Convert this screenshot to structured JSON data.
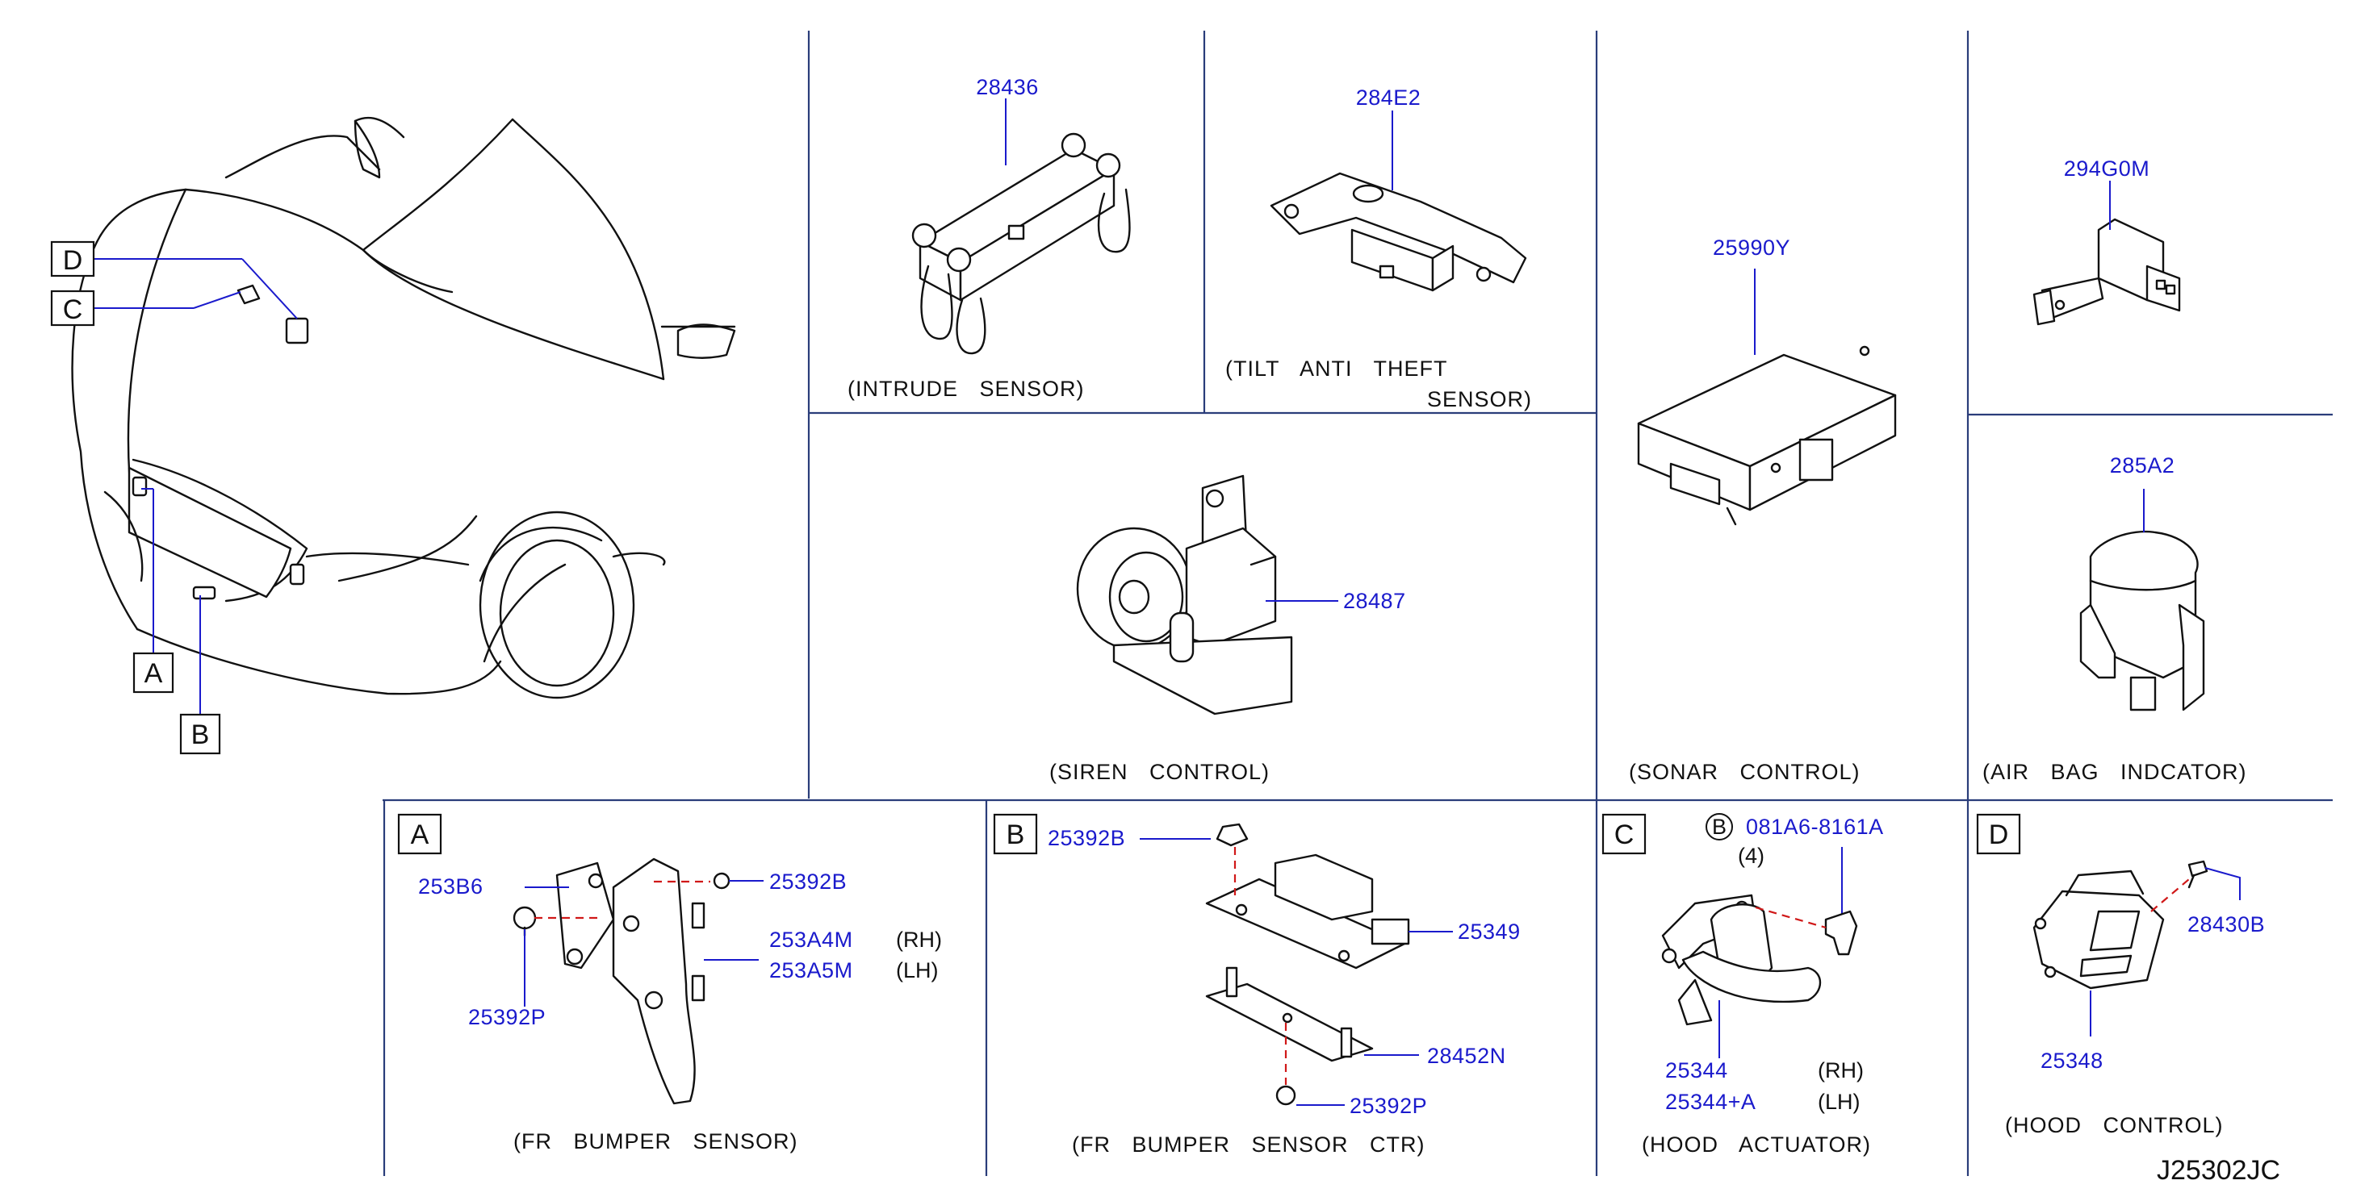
{
  "diagram_code": "J25302JC",
  "overview": {
    "callouts": [
      "A",
      "B",
      "C",
      "D"
    ]
  },
  "panels": {
    "intrude_sensor": {
      "part": "28436",
      "caption": "(INTRUDE SENSOR)"
    },
    "tilt_sensor": {
      "part": "284E2",
      "caption_line1": "(TILT ANTI THEFT",
      "caption_line2": "SENSOR)"
    },
    "sonar_control": {
      "part": "25990Y",
      "caption": "(SONAR CONTROL)"
    },
    "airbag_module": {
      "part": "294G0M"
    },
    "siren_control": {
      "part": "28487",
      "caption": "(SIREN CONTROL)"
    },
    "airbag_indicator": {
      "part": "285A2",
      "caption": "(AIR BAG INDCATOR)"
    },
    "fr_bumper_sensor": {
      "label": "A",
      "parts": [
        "253B6",
        "25392B",
        "253A4M",
        "253A5M",
        "25392P"
      ],
      "rh": "(RH)",
      "lh": "(LH)",
      "caption": "(FR BUMPER SENSOR)"
    },
    "fr_bumper_sensor_ctr": {
      "label": "B",
      "parts": [
        "25392B",
        "25349",
        "28452N",
        "25392P"
      ],
      "caption": "(FR BUMPER SENSOR CTR)"
    },
    "hood_actuator": {
      "label": "C",
      "bolt_marker": "B",
      "bolt_part": "081A6-8161A",
      "bolt_qty": "(4)",
      "parts": [
        "25344",
        "25344+A"
      ],
      "rh": "(RH)",
      "lh": "(LH)",
      "caption": "(HOOD ACTUATOR)"
    },
    "hood_control": {
      "label": "D",
      "parts": [
        "28430B",
        "25348"
      ],
      "caption": "(HOOD CONTROL)"
    }
  },
  "colors": {
    "part_number": "#1a1acc",
    "frame": "#2a3d7a",
    "leader_dash": "#d01818"
  }
}
